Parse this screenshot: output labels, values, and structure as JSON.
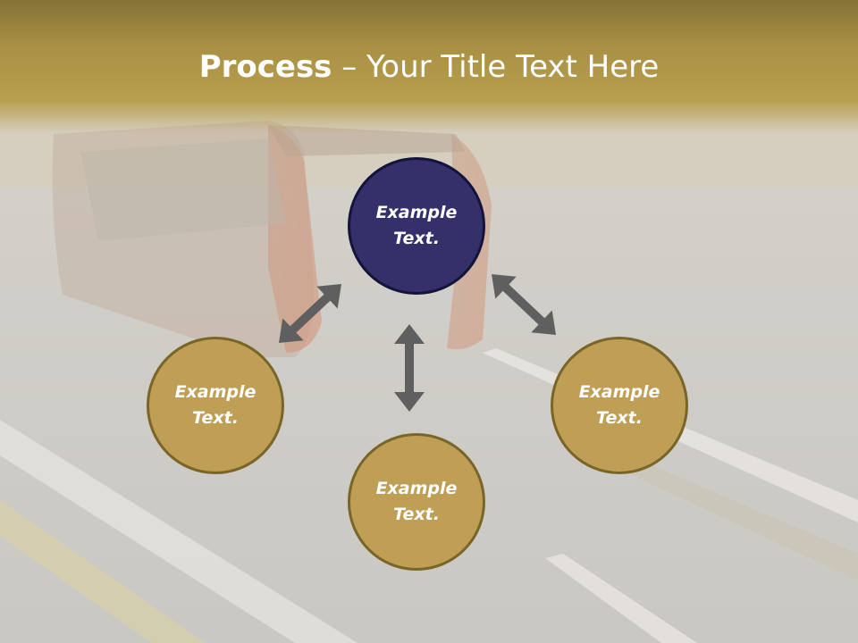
{
  "slide": {
    "title_bold": "Process",
    "title_rest": " – Your Title Text Here"
  },
  "diagram": {
    "nodes": [
      {
        "id": "top",
        "label": "Example Text.",
        "color": "#33306a"
      },
      {
        "id": "left",
        "label": "Example Text.",
        "color": "#bf9e55"
      },
      {
        "id": "right",
        "label": "Example Text.",
        "color": "#bf9e55"
      },
      {
        "id": "bottom",
        "label": "Example Text.",
        "color": "#bf9e55"
      }
    ],
    "arrow_color": "#5f5f5f"
  }
}
